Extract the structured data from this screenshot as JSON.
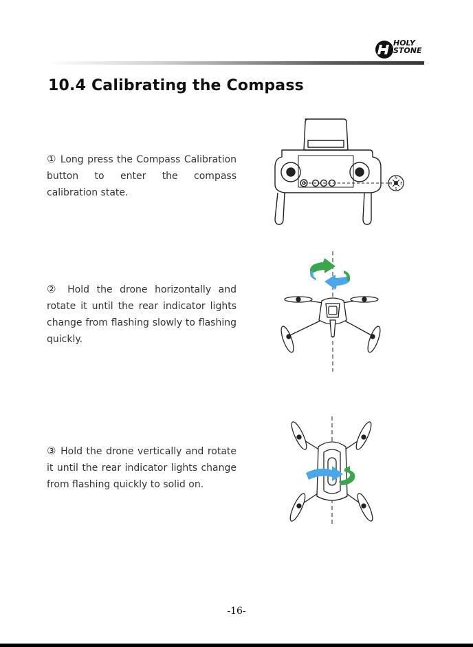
{
  "header": {
    "brand_line1": "HOLY",
    "brand_line2": "STONE"
  },
  "title": "10.4 Calibrating the Compass",
  "steps": [
    {
      "number": "①",
      "text": "Long press the Compass Calibration button to enter the compass calibration state."
    },
    {
      "number": "②",
      "text": "Hold the drone horizontally and rotate it until the rear indicator lights change from flashing slowly to flashing quickly."
    },
    {
      "number": "③",
      "text": "Hold the drone vertically and rotate it until the rear indicator lights change from flashing quickly to solid on."
    }
  ],
  "compass_letters": {
    "n": "N",
    "e": "E",
    "s": "S",
    "w": "W"
  },
  "page_number": "-16-",
  "colors": {
    "arrow_green": "#3aa64a",
    "arrow_blue": "#4aa8e8"
  }
}
